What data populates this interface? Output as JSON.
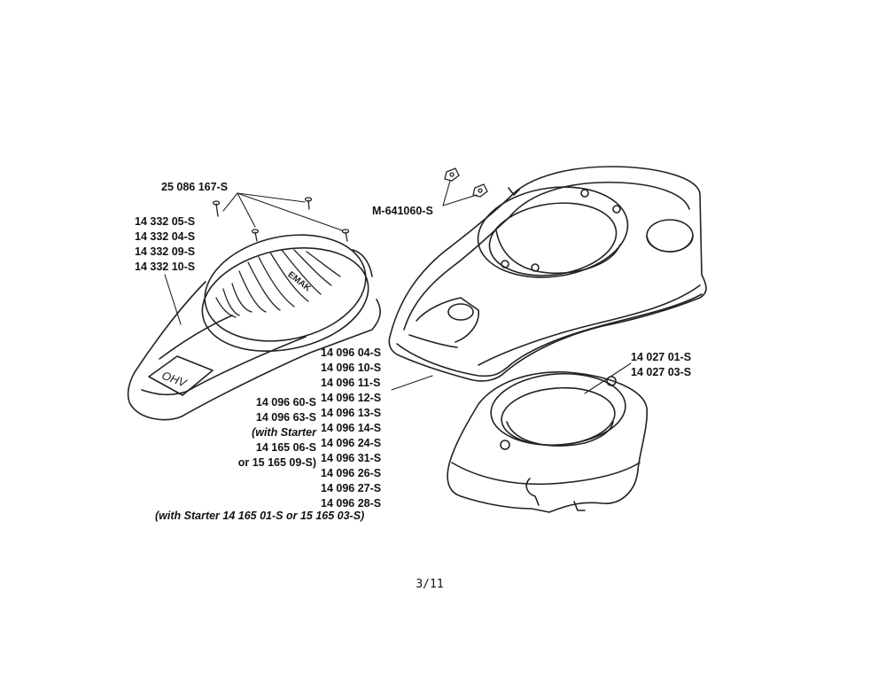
{
  "labels": {
    "screw_part": "25 086 167-S",
    "nut_part": "M-641060-S",
    "starter_cover_parts": [
      "14 332 05-S",
      "14 332 04-S",
      "14 332 09-S",
      "14 332 10-S"
    ],
    "cover_side_parts": [
      "14 096 60-S",
      "14 096 63-S"
    ],
    "cover_side_note": [
      "(with Starter",
      "14 165 06-S",
      "or 15 165 09-S)"
    ],
    "shroud_parts": [
      "14 096 04-S",
      "14 096 10-S",
      "14 096 11-S",
      "14 096 12-S",
      "14 096 13-S",
      "14 096 14-S",
      "14 096 24-S",
      "14 096 31-S",
      "14 096 26-S",
      "14 096 27-S",
      "14 096 28-S"
    ],
    "shroud_note": "(with Starter 14 165 01-S or 15 165 03-S)",
    "housing_parts": [
      "14 027 01-S",
      "14 027 03-S"
    ]
  },
  "logo_text": {
    "grille_brand": "EMAK",
    "cover_badge": "OHV"
  },
  "page_number": "3/11"
}
